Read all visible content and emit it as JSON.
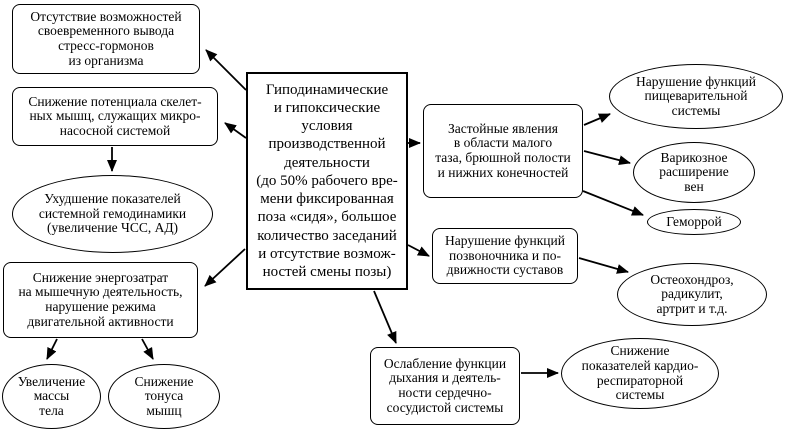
{
  "diagram": {
    "title": "Гиподинамические и гипоксические условия производственной деятельности — схема последствий",
    "colors": {
      "line": "#000000",
      "background": "#ffffff",
      "node_fill": "#ffffff",
      "text": "#000000"
    },
    "nodes": {
      "center": {
        "shape": "rect",
        "text": "Гиподинамические\nи гипоксические\nусловия\nпроизводственной\nдеятельности\n(до 50% рабочего вре-\nмени фиксированная\nпоза «сидя», большое\nколичество заседаний\nи отсутствие возмож-\nностей смены позы)"
      },
      "stress": {
        "shape": "rect",
        "text": "Отсутствие возможностей\nсвоевременного вывода\nстресс-гормонов\nиз организма"
      },
      "skeletal": {
        "shape": "rect",
        "text": "Снижение потенциала скелет-\nных мышц, служащих микро-\nнасосной системой"
      },
      "hemodynamics": {
        "shape": "ellipse",
        "text": "Ухудшение показателей\nсистемной гемодинамики\n(увеличение ЧСС, АД)"
      },
      "energy": {
        "shape": "rect",
        "text": "Снижение энергозатрат\nна мышечную деятельность,\nнарушение режима\nдвигательной активности"
      },
      "mass": {
        "shape": "ellipse",
        "text": "Увеличение\nмассы\nтела"
      },
      "tonus": {
        "shape": "ellipse",
        "text": "Снижение\nтонуса\nмышц"
      },
      "stagnation": {
        "shape": "rect",
        "text": "Застойные явления\nв области малого\nтаза, брюшной полости\nи нижних конечностей"
      },
      "digestive": {
        "shape": "ellipse",
        "text": "Нарушение функций\nпищеварительной\nсистемы"
      },
      "varicose": {
        "shape": "ellipse",
        "text": "Варикозное\nрасширение\nвен"
      },
      "hemorrhoid": {
        "shape": "ellipse",
        "text": "Геморрой"
      },
      "spine": {
        "shape": "rect",
        "text": "Нарушение функций\nпозвоночника и по-\nдвижности суставов"
      },
      "osteo": {
        "shape": "ellipse",
        "text": "Остеохондроз,\nрадикулит,\nартрит и т.д."
      },
      "breathing": {
        "shape": "rect",
        "text": "Ослабление функции\nдыхания и деятель-\nности сердечно-\nсосудистой системы"
      },
      "cardio": {
        "shape": "ellipse",
        "text": "Снижение\nпоказателей кардио-\nреспираторной\nсистемы"
      }
    },
    "edges": [
      {
        "from": "center",
        "to": "stress"
      },
      {
        "from": "center",
        "to": "skeletal"
      },
      {
        "from": "skeletal",
        "to": "hemodynamics"
      },
      {
        "from": "center",
        "to": "energy"
      },
      {
        "from": "energy",
        "to": "mass"
      },
      {
        "from": "energy",
        "to": "tonus"
      },
      {
        "from": "center",
        "to": "stagnation"
      },
      {
        "from": "stagnation",
        "to": "digestive"
      },
      {
        "from": "stagnation",
        "to": "varicose"
      },
      {
        "from": "stagnation",
        "to": "hemorrhoid"
      },
      {
        "from": "center",
        "to": "spine"
      },
      {
        "from": "spine",
        "to": "osteo"
      },
      {
        "from": "center",
        "to": "breathing"
      },
      {
        "from": "breathing",
        "to": "cardio"
      }
    ]
  }
}
